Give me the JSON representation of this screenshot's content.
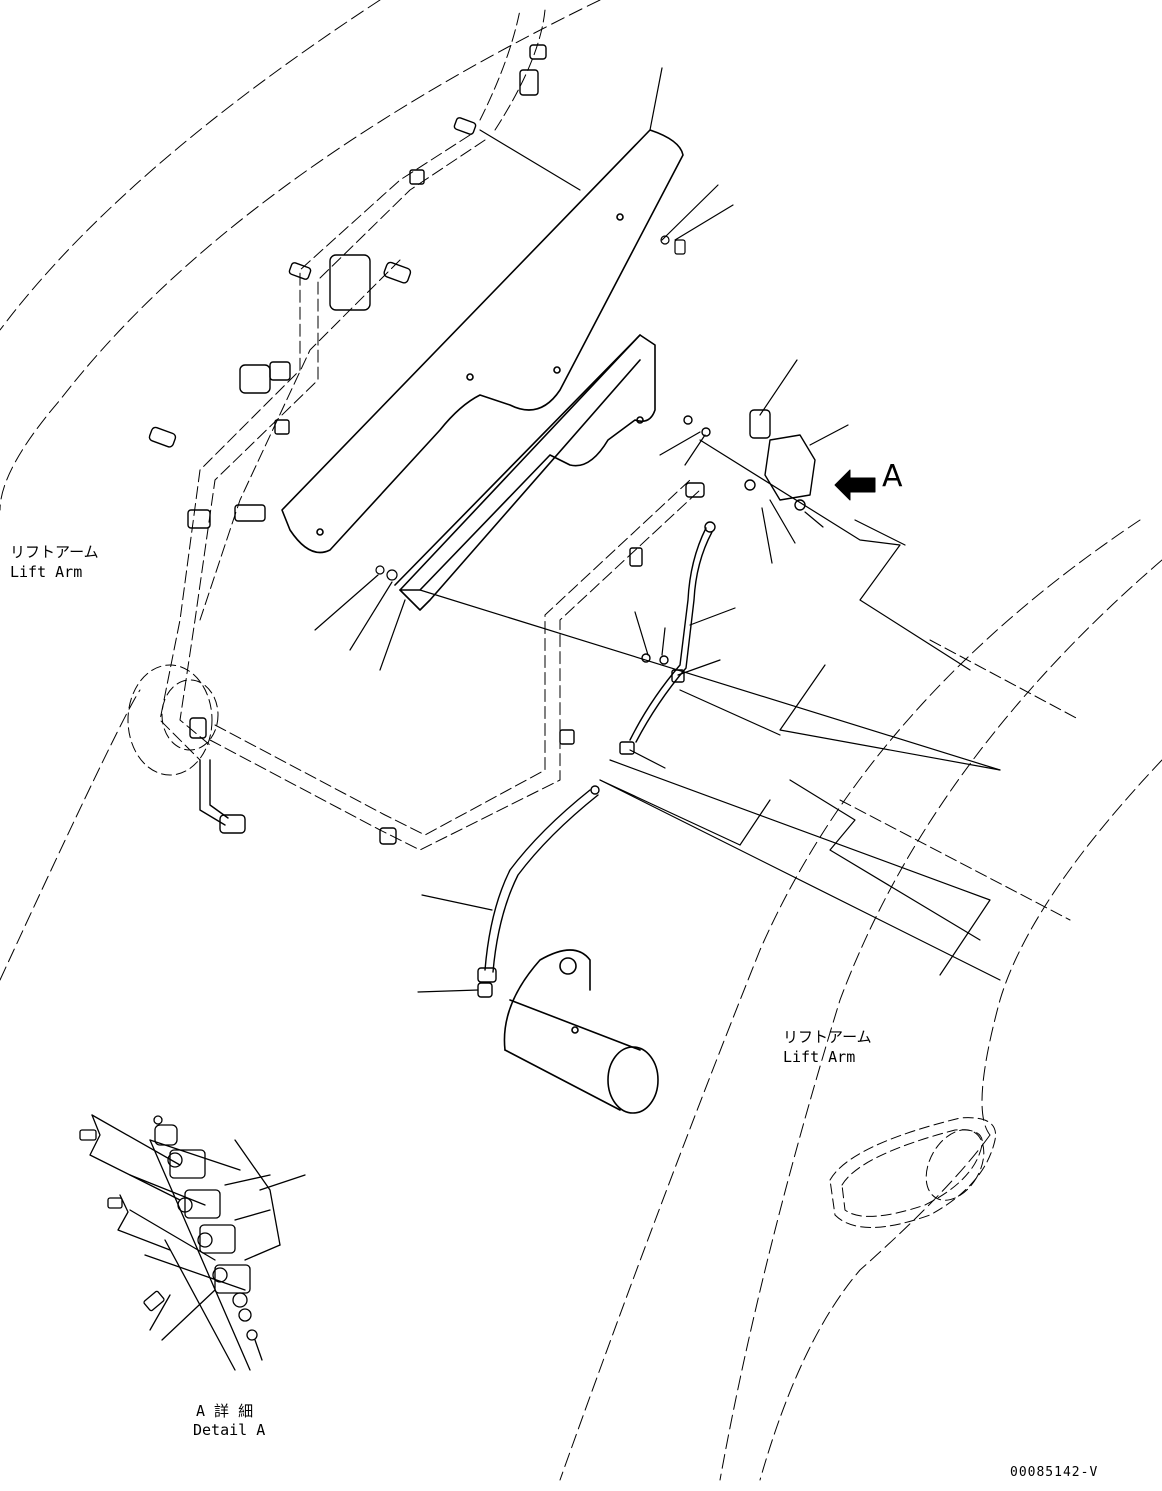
{
  "labels": {
    "lift_arm_left_jp": "リフトアーム",
    "lift_arm_left_en": "Lift Arm",
    "lift_arm_right_jp": "リフトアーム",
    "lift_arm_right_en": "Lift Arm",
    "view_arrow_letter": "A",
    "detail_jp": "A 詳 細",
    "detail_en": "Detail A",
    "drawing_code": "00085142-V"
  }
}
